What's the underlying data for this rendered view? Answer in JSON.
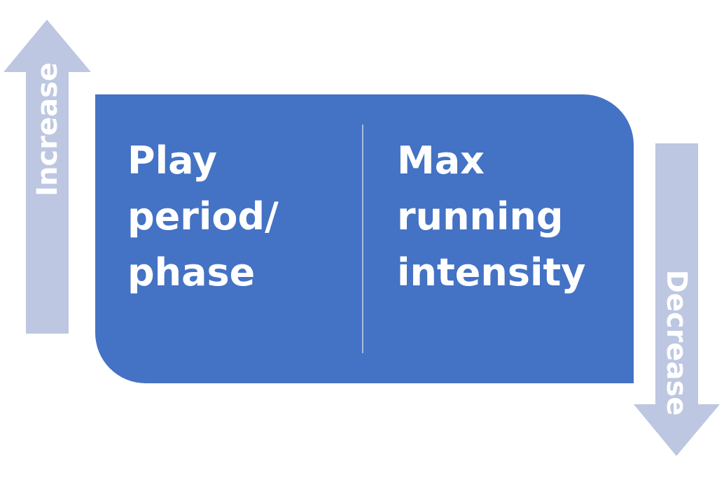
{
  "colors": {
    "box": "#4472C4",
    "arrow": "#BDC7E2"
  },
  "left_arrow": {
    "label": "Increase",
    "direction": "up"
  },
  "right_arrow": {
    "label": "Decrease",
    "direction": "down"
  },
  "box": {
    "left_lines": [
      "Play",
      "period/",
      "phase"
    ],
    "right_lines": [
      "Max",
      "running",
      "intensity"
    ]
  }
}
